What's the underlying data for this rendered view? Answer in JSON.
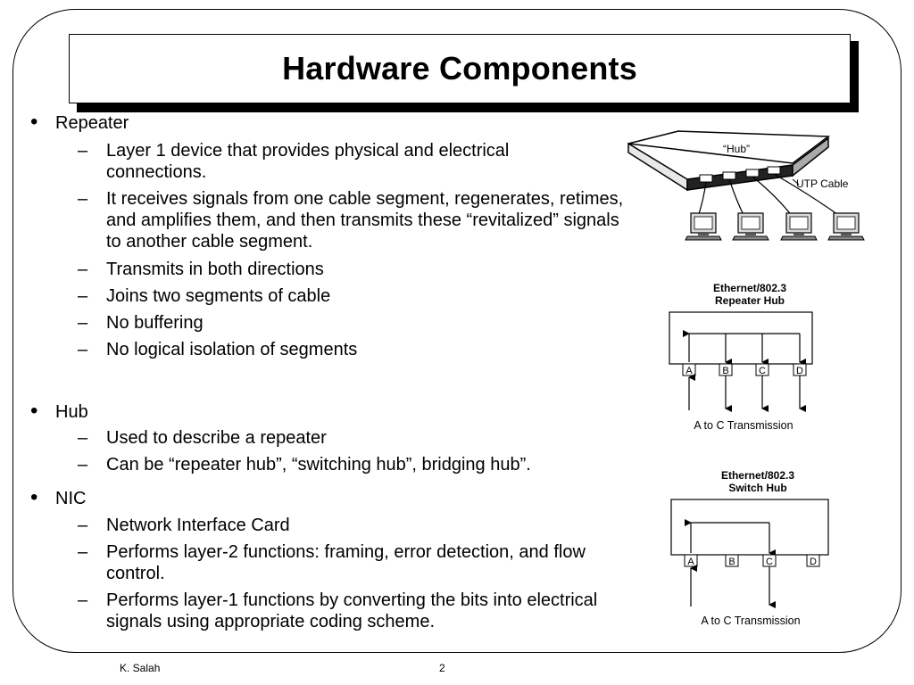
{
  "slide": {
    "title": "Hardware Components",
    "sections": [
      {
        "heading": "Repeater",
        "items": [
          "Layer 1 device that provides physical and electrical connections.",
          "It receives signals from one cable segment, regenerates, retimes, and amplifies them, and then transmits these “revitalized” signals to another cable segment.",
          "Transmits in both directions",
          "Joins two segments of cable",
          "No buffering",
          "No logical isolation of segments"
        ]
      },
      {
        "heading": "Hub",
        "items": [
          "Used to describe a repeater",
          "Can be “repeater hub”, “switching hub”, bridging hub”."
        ]
      },
      {
        "heading": "NIC",
        "items": [
          "Network Interface Card",
          "Performs layer-2 functions: framing, error detection, and flow control.",
          "Performs layer-1 functions by converting the bits into electrical signals using appropriate coding scheme."
        ]
      }
    ]
  },
  "figures": {
    "hub_illustration": {
      "hub_label": "“Hub”",
      "cable_label": "UTP Cable"
    },
    "repeater_hub": {
      "title_line1": "Ethernet/802.3",
      "title_line2": "Repeater Hub",
      "ports": [
        "A",
        "B",
        "C",
        "D"
      ],
      "caption": "A to C Transmission"
    },
    "switch_hub": {
      "title_line1": "Ethernet/802.3",
      "title_line2": "Switch Hub",
      "ports": [
        "A",
        "B",
        "C",
        "D"
      ],
      "caption": "A to C Transmission"
    }
  },
  "footer": {
    "author": "K. Salah",
    "page": "2"
  }
}
